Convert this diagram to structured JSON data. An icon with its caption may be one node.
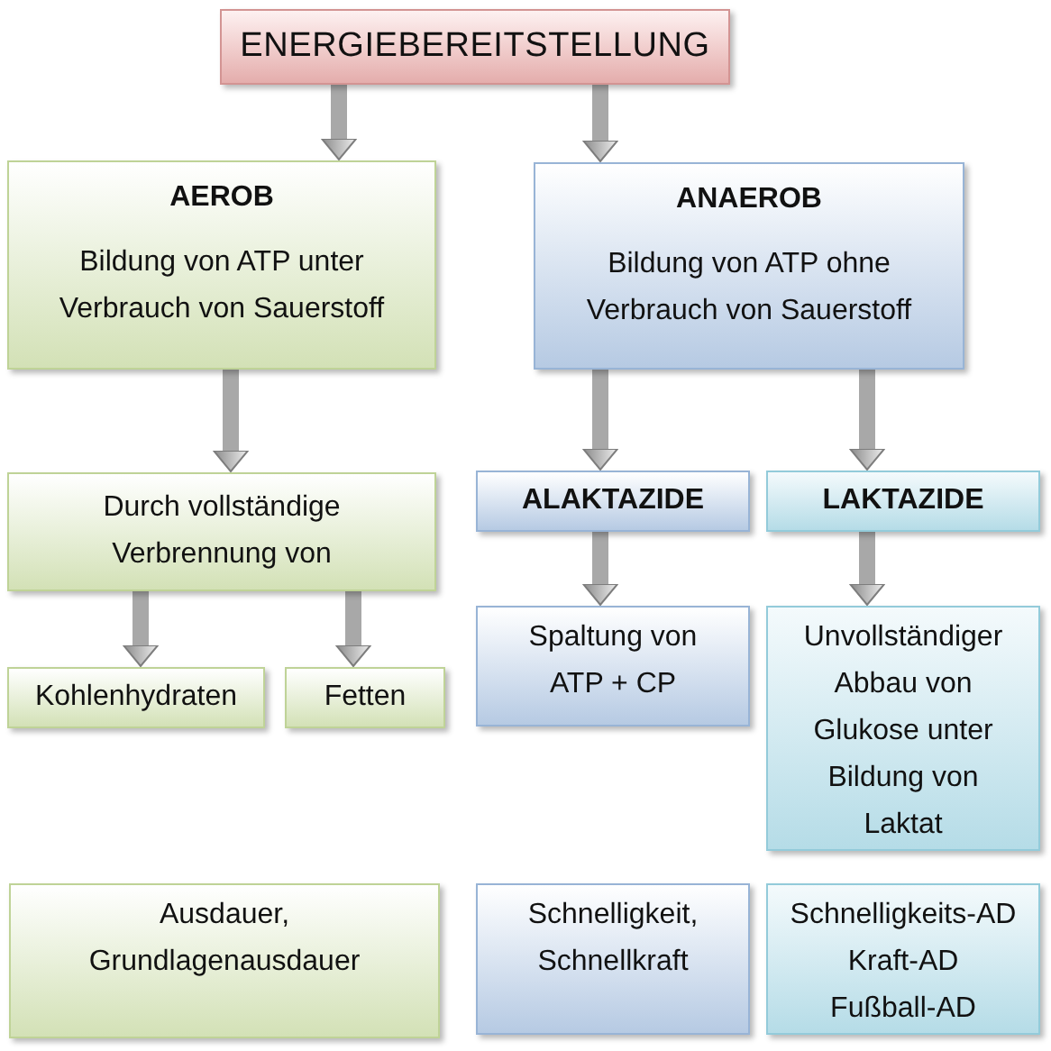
{
  "diagram": {
    "nodes": [
      {
        "text": [
          "ENERGIEBEREITSTELLUNG"
        ]
      },
      {
        "text": [
          "AEROB",
          "Bildung von ATP unter Verbrauch von Sauerstoff"
        ]
      },
      {
        "text": [
          "ANAEROB",
          "Bildung von ATP ohne Verbrauch von Sauerstoff"
        ]
      },
      {
        "text": [
          "Durch vollständige Verbrennung von"
        ]
      },
      {
        "text": [
          "ALAKTAZIDE"
        ]
      },
      {
        "text": [
          "LAKTAZIDE"
        ]
      },
      {
        "text": [
          "Kohlenhydraten"
        ]
      },
      {
        "text": [
          "Fetten"
        ]
      },
      {
        "text": [
          "Spaltung von ATP + CP"
        ]
      },
      {
        "text": [
          "Unvollständiger Abbau von Glukose unter Bildung von Laktat"
        ]
      },
      {
        "text": [
          "Ausdauer, Grundlagenausdauer"
        ]
      },
      {
        "text": [
          "Schnelligkeit, Schnellkraft"
        ]
      },
      {
        "text": [
          "Schnelligkeits-AD",
          "Kraft-AD",
          "Fußball-AD"
        ]
      }
    ],
    "edges": [
      {
        "from": 0,
        "to": 1,
        "arrow": "to"
      },
      {
        "from": 0,
        "to": 2,
        "arrow": "to"
      },
      {
        "from": 1,
        "to": 3,
        "arrow": "to"
      },
      {
        "from": 2,
        "to": 4,
        "arrow": "to"
      },
      {
        "from": 2,
        "to": 5,
        "arrow": "to"
      },
      {
        "from": 3,
        "to": 6,
        "arrow": "to"
      },
      {
        "from": 3,
        "to": 7,
        "arrow": "to"
      },
      {
        "from": 4,
        "to": 8,
        "arrow": "to"
      },
      {
        "from": 5,
        "to": 9,
        "arrow": "to"
      }
    ]
  }
}
